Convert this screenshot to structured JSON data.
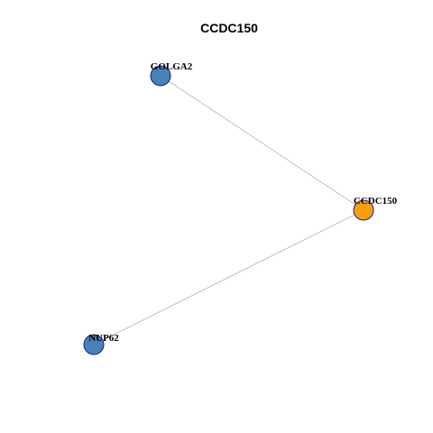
{
  "title": "CCDC150",
  "colors": {
    "center_fill": "#F5A00A",
    "center_stroke": "#1A1A8C",
    "neighbor_fill": "#4682B4",
    "neighbor_stroke": "#1A1A8C",
    "edge": "#B4B4B4"
  },
  "network": {
    "nodes": [
      {
        "id": "CCDC150",
        "label": "CCDC150",
        "role": "center"
      },
      {
        "id": "GOLGA2",
        "label": "GOLGA2",
        "role": "neighbor"
      },
      {
        "id": "NUP62",
        "label": "NUP62",
        "role": "neighbor"
      }
    ],
    "edges": [
      {
        "source": "GOLGA2",
        "target": "CCDC150"
      },
      {
        "source": "NUP62",
        "target": "CCDC150"
      }
    ]
  }
}
